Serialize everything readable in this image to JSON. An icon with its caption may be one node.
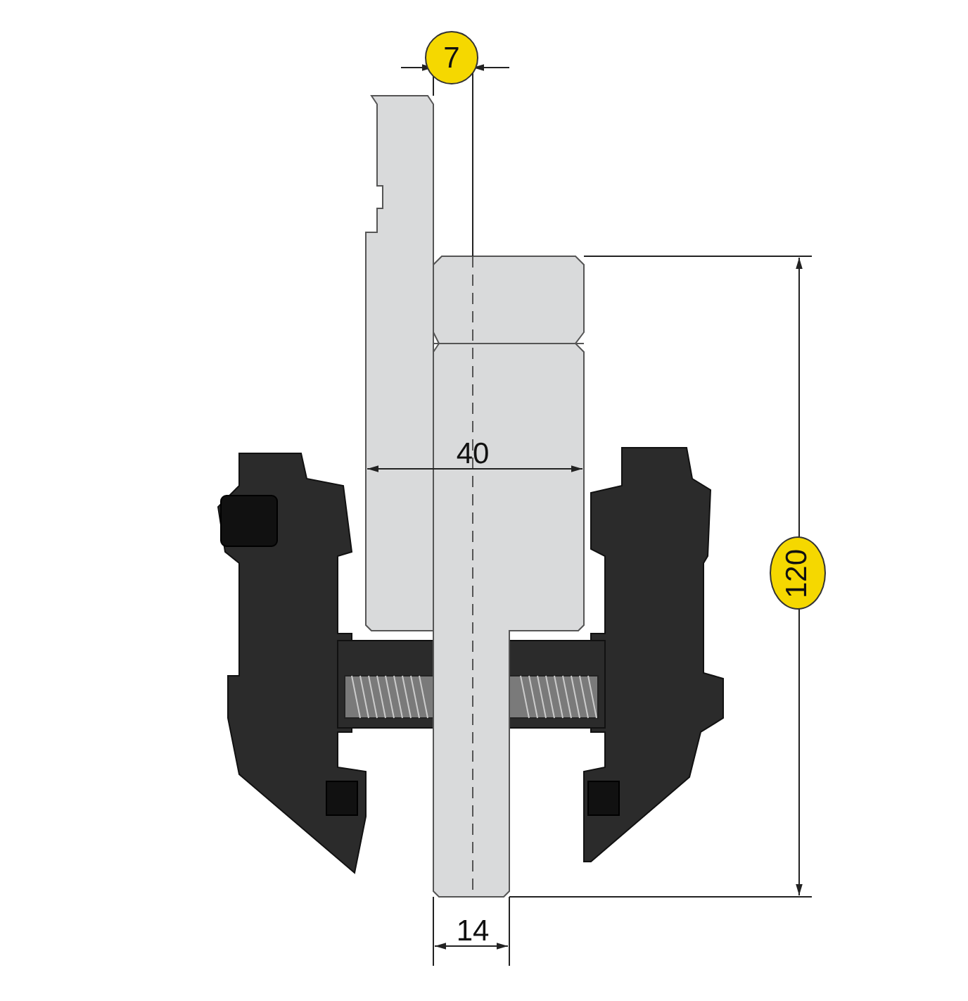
{
  "diagram": {
    "labels": [
      "7",
      "40",
      "120",
      "14"
    ]
  }
}
